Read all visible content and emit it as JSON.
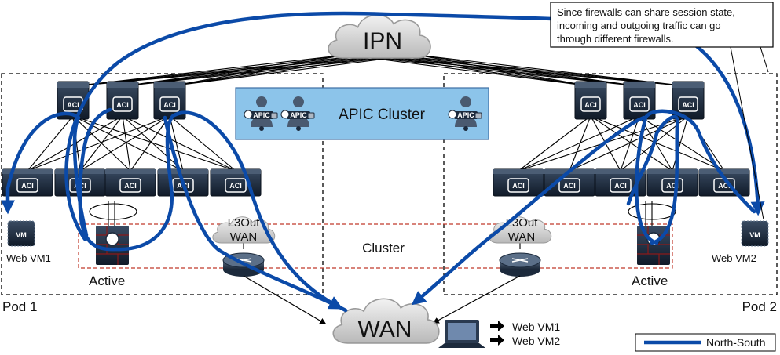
{
  "labels": {
    "ipn": "IPN",
    "wan": "WAN",
    "apic_cluster": "APIC Cluster",
    "apic": "APIC",
    "aci": "ACI",
    "vm": "VM",
    "l3out_pod1": "L3Out\nWAN",
    "l3out_pod2": "L3Out\nWAN",
    "cluster": "Cluster",
    "web_vm1": "Web VM1",
    "web_vm2": "Web VM2",
    "active_pod1": "Active",
    "active_pod2": "Active",
    "pod1": "Pod 1",
    "pod2": "Pod 2",
    "dest1": "Web VM1",
    "dest2": "Web VM2"
  },
  "callout": {
    "line1": "Since firewalls can share session state,",
    "line2": "incoming and outgoing traffic can go",
    "line3": "through different firewalls."
  },
  "legend": {
    "north_south": "North-South"
  },
  "colors": {
    "flow": "#0b4aa8",
    "apic_box": "#8cc4ea",
    "switch": "#1c2a3c",
    "cloud": "#d7d7d7",
    "cluster_line": "#c0392b"
  }
}
